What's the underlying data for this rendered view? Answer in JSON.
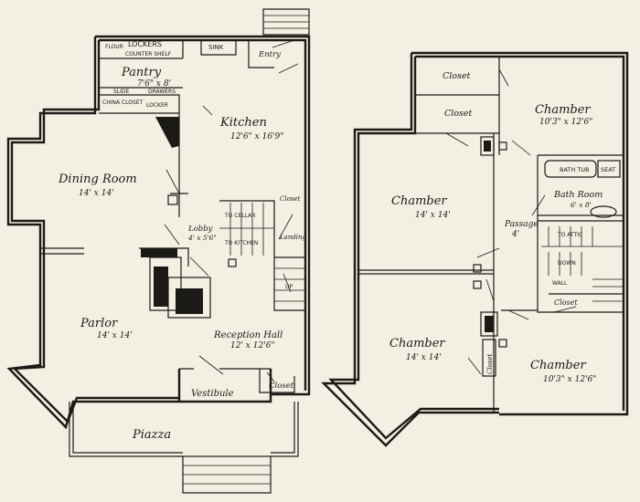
{
  "first_floor": {
    "pantry": {
      "name": "Pantry",
      "size": "7'6\" x 8'"
    },
    "lockers": "LOCKERS",
    "counter_shelf": "COUNTER SHELF",
    "sink": "SINK",
    "flour": "FLOUR",
    "entry": "Entry",
    "china_closet": "CHINA CLOSET",
    "locker": "LOCKER",
    "slide": "SLIDE",
    "drawers": "DRAWERS",
    "kitchen": {
      "name": "Kitchen",
      "size": "12'6\" x 16'9\""
    },
    "dining_room": {
      "name": "Dining Room",
      "size": "14' x 14'"
    },
    "lobby": {
      "name": "Lobby",
      "size": "4' x 5'6\""
    },
    "closet_kitchen": "Closet",
    "to_cellar": "TO CELLAR",
    "to_kitchen": "TO KITCHEN",
    "landing": "Landing",
    "up": "UP",
    "parlor": {
      "name": "Parlor",
      "size": "14' x 14'"
    },
    "reception_hall": {
      "name": "Reception Hall",
      "size": "12' x 12'6\""
    },
    "vestibule": "Vestibule",
    "closet_hall": "Closet",
    "piazza": "Piazza"
  },
  "second_floor": {
    "closet_top": "Closet",
    "closet_second": "Closet",
    "chamber_ne": {
      "name": "Chamber",
      "size": "10'3\" x 12'6\""
    },
    "chamber_nw": {
      "name": "Chamber",
      "size": "14' x 14'"
    },
    "bath_tub": "BATH TUB",
    "seat": "SEAT",
    "bath_room": {
      "name": "Bath Room",
      "size": "6' x 8'"
    },
    "passage": {
      "name": "Passage",
      "size": "4'"
    },
    "to_attic": "TO ATTIC",
    "down": "DOWN",
    "wall": "WALL",
    "closet_stair": "Closet",
    "chamber_sw": {
      "name": "Chamber",
      "size": "14' x 14'"
    },
    "closet_side": "Closet",
    "chamber_se": {
      "name": "Chamber",
      "size": "10'3\" x 12'6\""
    }
  }
}
